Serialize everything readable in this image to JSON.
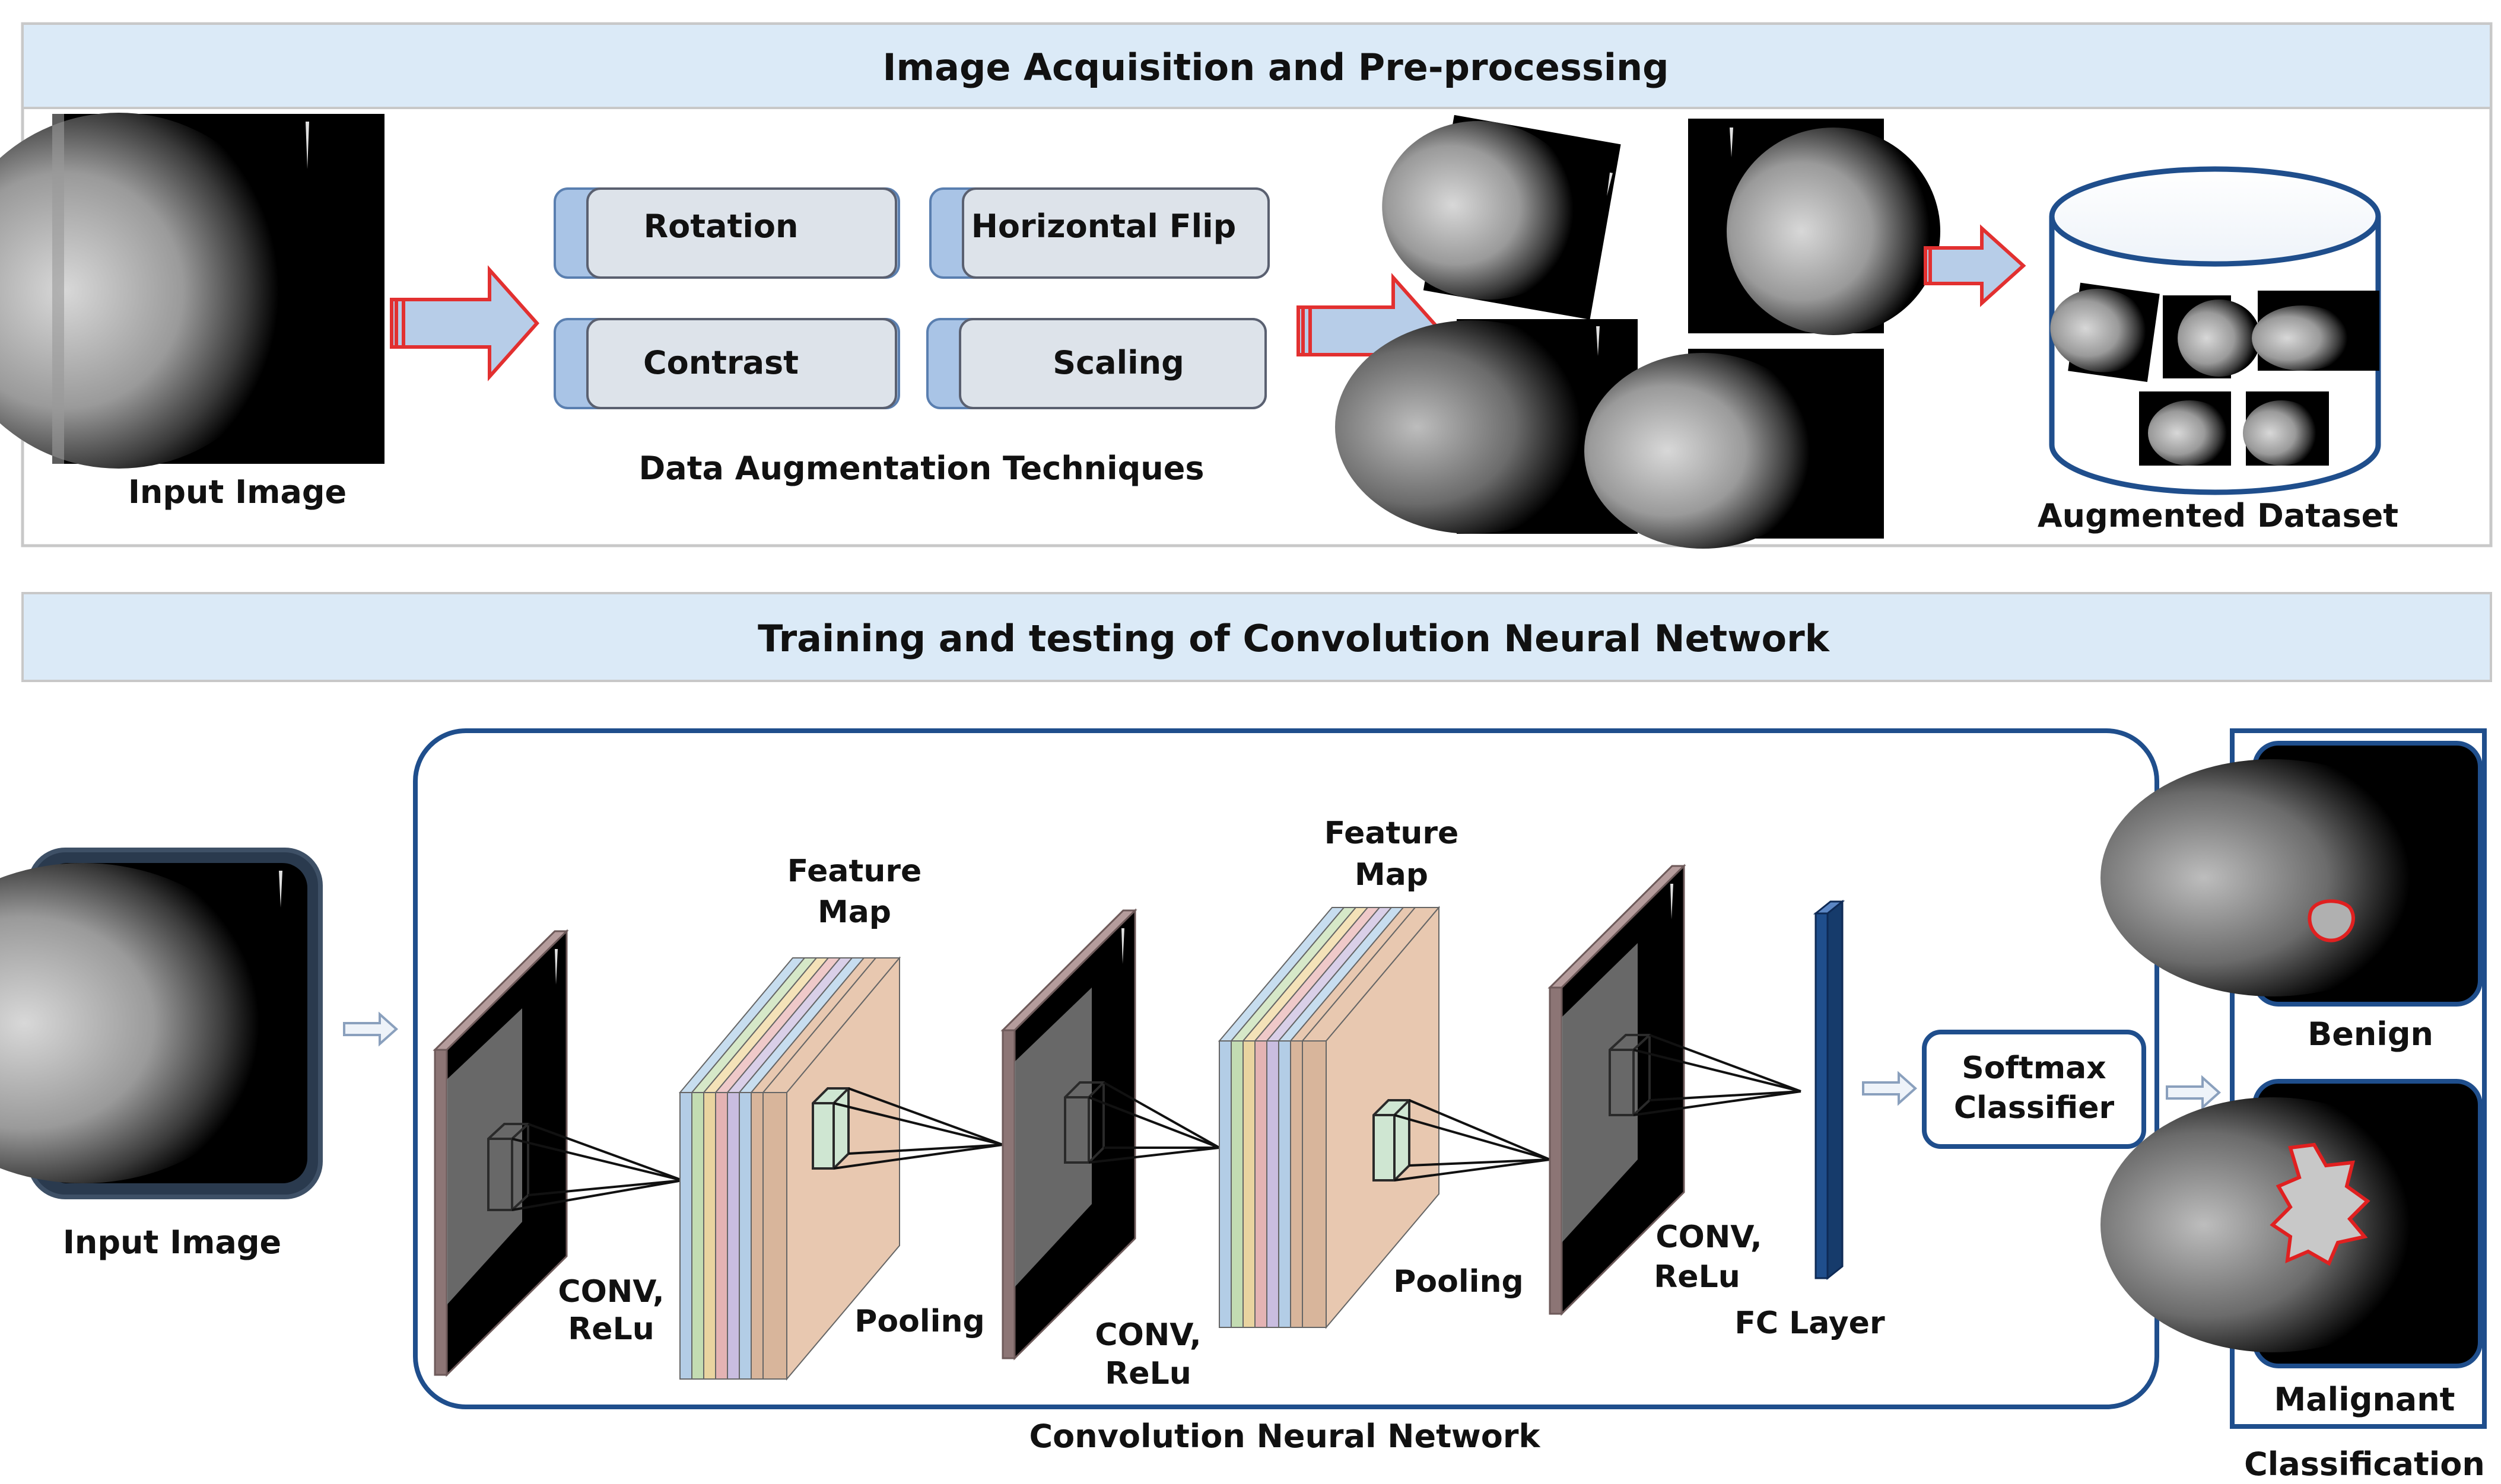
{
  "section_top": {
    "title": "Image Acquisition and Pre-processing",
    "input_caption": "Input Image",
    "techniques_caption": "Data Augmentation Techniques",
    "techniques": [
      "Rotation",
      "Horizontal Flip",
      "Contrast",
      "Scaling"
    ],
    "dataset_caption": "Augmented Dataset"
  },
  "section_bottom": {
    "title": "Training and testing of Convolution Neural Network",
    "input_caption": "Input Image",
    "cnn_caption": "Convolution Neural Network",
    "conv1_line1": "CONV,",
    "conv1_line2": "ReLu",
    "fmap1_line1": "Feature",
    "fmap1_line2": "Map",
    "pool1": "Pooling",
    "conv2_line1": "CONV,",
    "conv2_line2": "ReLu",
    "fmap2_line1": "Feature",
    "fmap2_line2": "Map",
    "pool2": "Pooling",
    "conv3_line1": "CONV,",
    "conv3_line2": "ReLu",
    "fc": "FC Layer",
    "softmax_line1": "Softmax",
    "softmax_line2": "Classifier",
    "benign": "Benign",
    "malignant": "Malignant",
    "classification_caption": "Classification"
  },
  "colors": {
    "header_bg": "#dbeaf7",
    "box_fill": "#dde3ea",
    "box_tab": "#a9c4e6",
    "arrow_fill": "#b7cde8",
    "arrow_stroke": "#e23030",
    "frame_blue": "#1f4e8c",
    "feature_peach": "#e8c8b0",
    "slab_frame": "#8c7575"
  }
}
